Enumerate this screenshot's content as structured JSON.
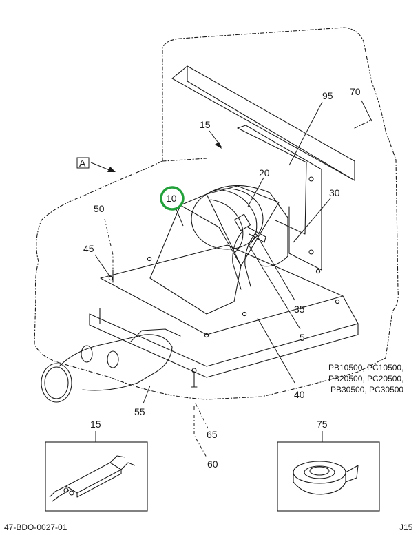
{
  "diagram": {
    "view_marker": "A",
    "highlight_color": "#22a03a",
    "callouts": {
      "c5": "5",
      "c10": "10",
      "c15": "15",
      "c20": "20",
      "c30": "30",
      "c35": "35",
      "c40": "40",
      "c45": "45",
      "c50": "50",
      "c55": "55",
      "c60": "60",
      "c65": "65",
      "c70": "70",
      "c95": "95"
    },
    "detail_callouts": {
      "d15": "15",
      "d75": "75"
    },
    "models": [
      "PB10500, PC10500,",
      "PB20500, PC20500,",
      "PB30500, PC30500"
    ],
    "footer": {
      "drawing_number": "47-BDO-0027-01",
      "page_code": "J15"
    }
  }
}
